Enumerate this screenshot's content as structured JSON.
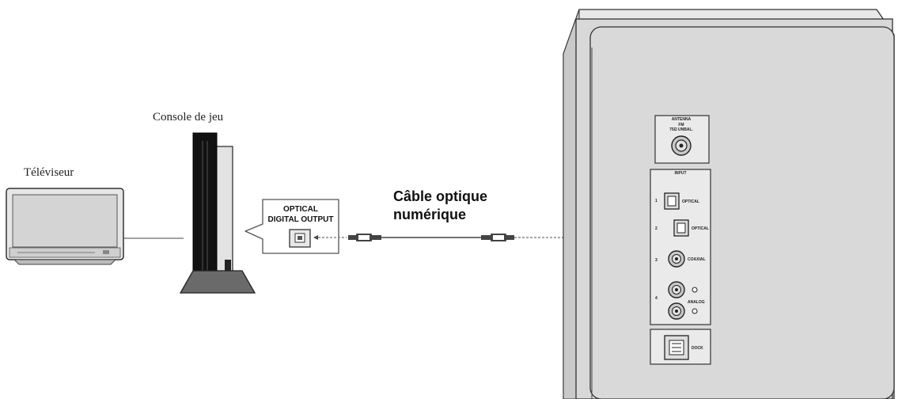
{
  "labels": {
    "tv": "Téléviseur",
    "console": "Console de jeu",
    "cable_line1": "Câble optique",
    "cable_line2": "numérique"
  },
  "console_port": {
    "line1": "OPTICAL",
    "line2": "DIGITAL OUTPUT"
  },
  "panel": {
    "antenna_title": "ANTENNA",
    "antenna_sub1": "FM",
    "antenna_sub2": "75Ω UNBAL.",
    "input_title": "INPUT",
    "input_rows": [
      {
        "num": "1",
        "label": "OPTICAL"
      },
      {
        "num": "2",
        "label": "OPTICAL"
      },
      {
        "num": "3",
        "label": "COAXIAL"
      },
      {
        "num": "4",
        "label": "ANALOG"
      }
    ],
    "dock_label": "DOCK"
  },
  "colors": {
    "device_gray": "#d9d9d9",
    "outline": "#333333",
    "cable": "#8a8a8a"
  }
}
